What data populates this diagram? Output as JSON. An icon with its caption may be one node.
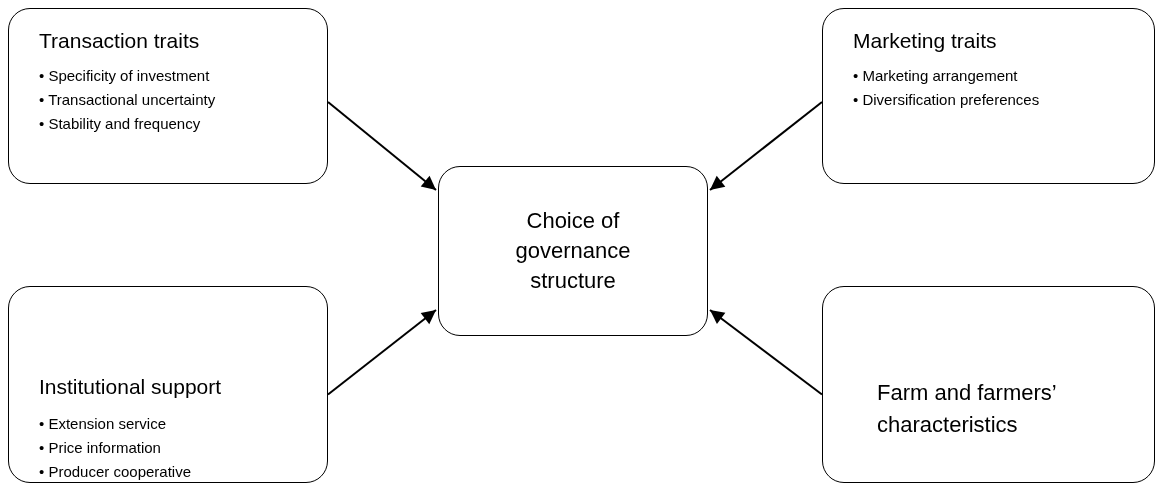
{
  "diagram": {
    "nodes": [
      {
        "text": [
          "Transaction traits",
          "• Specificity of investment",
          "• Transactional uncertainty",
          "• Stability and frequency"
        ]
      },
      {
        "text": [
          "Marketing traits",
          "• Marketing arrangement",
          "• Diversification preferences"
        ]
      },
      {
        "text": [
          "Choice of governance structure"
        ]
      },
      {
        "text": [
          "Institutional support",
          "• Extension service",
          "• Price information",
          "• Producer cooperative"
        ]
      },
      {
        "text": [
          "Farm and farmers’ characteristics"
        ]
      }
    ],
    "edges": [
      {
        "from": 0,
        "to": 2,
        "arrow": "to"
      },
      {
        "from": 1,
        "to": 2,
        "arrow": "to"
      },
      {
        "from": 3,
        "to": 2,
        "arrow": "to"
      },
      {
        "from": 4,
        "to": 2,
        "arrow": "to"
      }
    ]
  }
}
